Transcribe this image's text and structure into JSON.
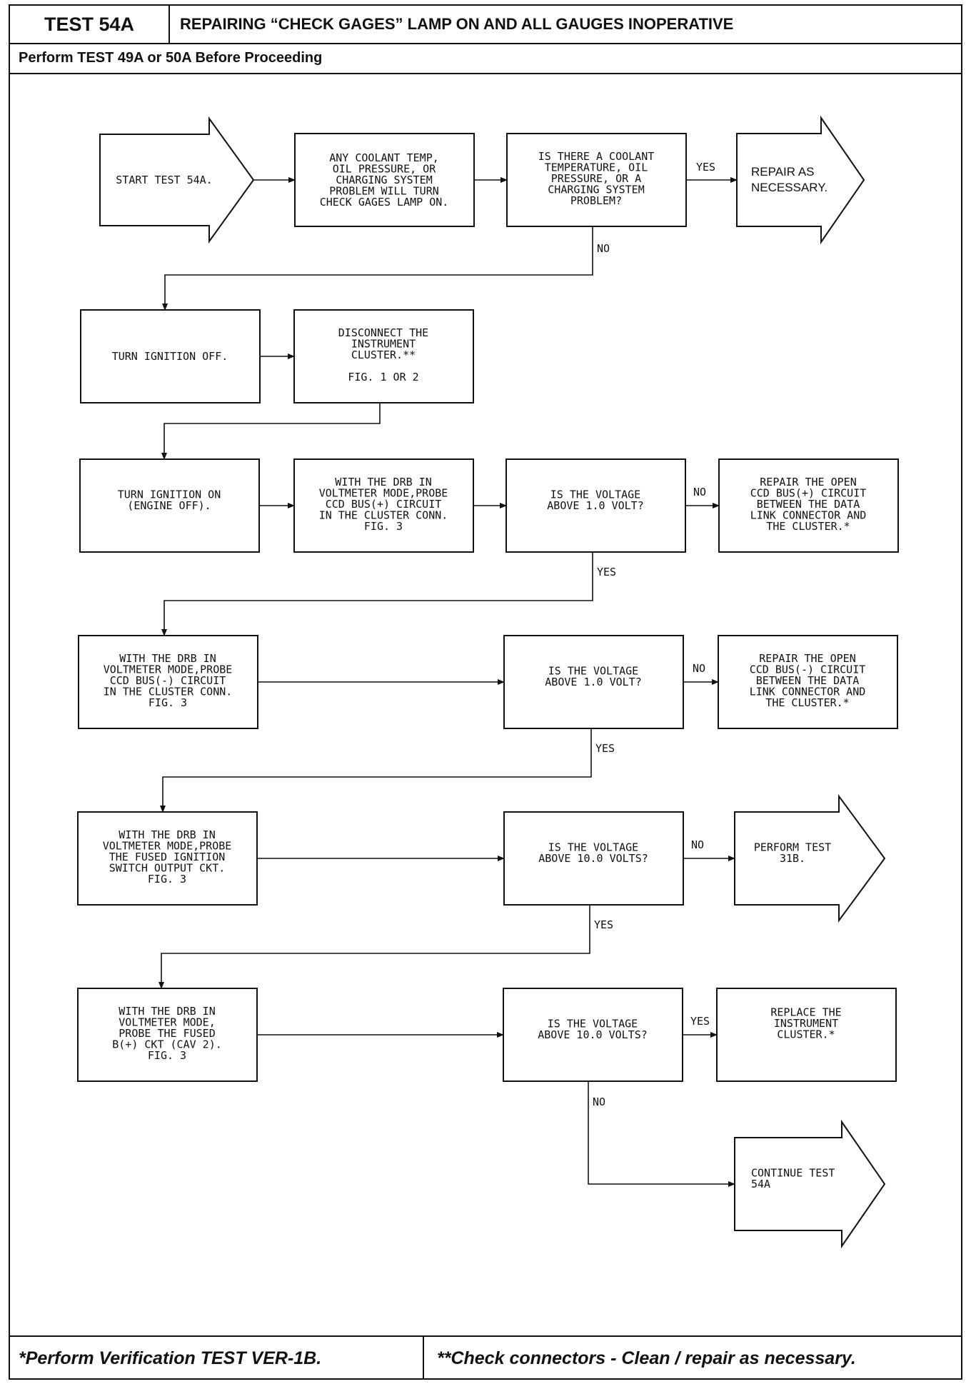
{
  "header": {
    "test_id": "TEST 54A",
    "title": "REPAIRING “CHECK GAGES” LAMP ON AND ALL GAUGES INOPERATIVE",
    "prerequisite": "Perform TEST 49A or 50A Before Proceeding"
  },
  "flow": {
    "start": [
      "START TEST 54A."
    ],
    "note_any_problem": [
      "ANY COOLANT TEMP,",
      "OIL PRESSURE, OR",
      "CHARGING SYSTEM",
      "PROBLEM WILL TURN",
      "CHECK GAGES LAMP ON."
    ],
    "q_coolant": [
      "IS THERE A COOLANT",
      "TEMPERATURE, OIL",
      "PRESSURE, OR A",
      "CHARGING SYSTEM",
      "PROBLEM?"
    ],
    "repair_as_necessary": [
      "REPAIR AS",
      "NECESSARY."
    ],
    "turn_ignition_off": [
      "TURN IGNITION OFF."
    ],
    "disconnect_cluster": [
      "DISCONNECT THE",
      "INSTRUMENT",
      "CLUSTER.**",
      "",
      "FIG. 1 OR 2"
    ],
    "turn_ignition_on": [
      "TURN IGNITION ON",
      "(ENGINE OFF)."
    ],
    "probe_bus_plus": [
      "WITH THE DRB IN",
      "VOLTMETER MODE,PROBE",
      "CCD BUS(+) CIRCUIT",
      "IN THE CLUSTER CONN.",
      "FIG. 3"
    ],
    "q_bus_plus": [
      "IS THE VOLTAGE",
      "ABOVE 1.0 VOLT?"
    ],
    "repair_bus_plus": [
      "REPAIR THE OPEN",
      "CCD BUS(+) CIRCUIT",
      "BETWEEN THE DATA",
      "LINK CONNECTOR AND",
      "THE CLUSTER.*"
    ],
    "probe_bus_minus": [
      "WITH THE DRB IN",
      "VOLTMETER MODE,PROBE",
      "CCD BUS(-) CIRCUIT",
      "IN THE CLUSTER CONN.",
      "FIG. 3"
    ],
    "q_bus_minus": [
      "IS THE VOLTAGE",
      "ABOVE 1.0 VOLT?"
    ],
    "repair_bus_minus": [
      "REPAIR THE OPEN",
      "CCD BUS(-) CIRCUIT",
      "BETWEEN THE DATA",
      "LINK CONNECTOR AND",
      "THE CLUSTER.*"
    ],
    "probe_fused_ign": [
      "WITH THE DRB IN",
      "VOLTMETER MODE,PROBE",
      "THE FUSED IGNITION",
      "SWITCH OUTPUT CKT.",
      "FIG. 3"
    ],
    "q_fused_ign": [
      "IS THE VOLTAGE",
      "ABOVE 10.0 VOLTS?"
    ],
    "perform_31b": [
      "PERFORM TEST",
      "31B."
    ],
    "probe_fused_b": [
      "WITH THE DRB IN",
      "VOLTMETER MODE,",
      "PROBE THE FUSED",
      "B(+) CKT (CAV 2).",
      "FIG. 3"
    ],
    "q_fused_b": [
      "IS THE VOLTAGE",
      "ABOVE 10.0 VOLTS?"
    ],
    "replace_cluster": [
      "REPLACE THE",
      "INSTRUMENT",
      "CLUSTER.*"
    ],
    "continue_54a": [
      "CONTINUE TEST",
      "54A"
    ],
    "labels": {
      "yes": "YES",
      "no": "NO"
    }
  },
  "footer": {
    "verification": "*Perform Verification TEST VER-1B.",
    "connectors": "**Check connectors - Clean / repair as necessary."
  }
}
